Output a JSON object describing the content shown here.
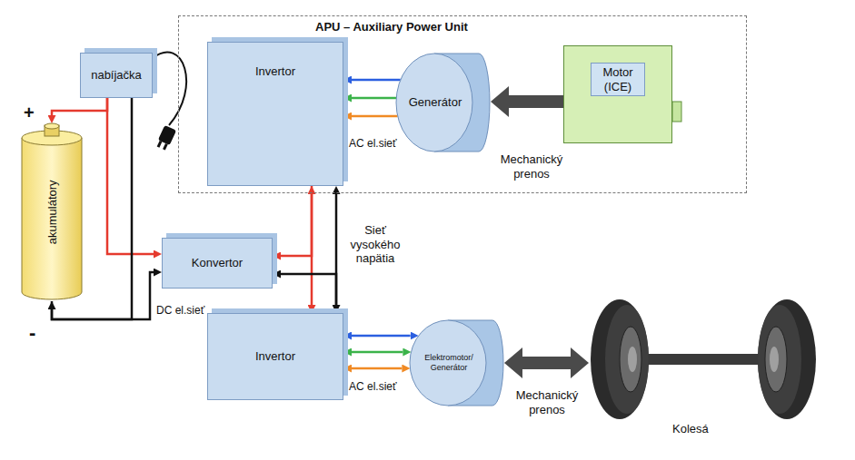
{
  "diagram": {
    "nodes": [
      {
        "text": [
          "nabíjačka"
        ]
      },
      {
        "text": [
          "APU – Auxiliary Power Unit"
        ]
      },
      {
        "text": [
          "Invertor"
        ],
        "in": 1
      },
      {
        "text": [
          "Generátor"
        ],
        "in": 1
      },
      {
        "text": [
          "Motor (ICE)"
        ],
        "in": 1
      },
      {
        "text": [
          "akumulátory"
        ]
      },
      {
        "text": [
          "Konvertor"
        ]
      },
      {
        "text": [
          "Invertor"
        ]
      },
      {
        "text": [
          "Elektromotor/ Generátor"
        ]
      },
      {
        "text": [
          "Kolesá"
        ]
      }
    ],
    "edges": [
      {
        "from": 4,
        "to": 3,
        "arrow": "to",
        "label": "Mechanický prenos"
      },
      {
        "from": 3,
        "to": 2,
        "arrow": "to"
      },
      {
        "from": 3,
        "to": 2,
        "arrow": "to"
      },
      {
        "from": 3,
        "to": 2,
        "arrow": "to",
        "label": "AC el.sieť"
      },
      {
        "from": 2,
        "to": 7,
        "arrow": "both"
      },
      {
        "from": 2,
        "to": 7,
        "arrow": "both",
        "label": "Sieť vysokého napätia"
      },
      {
        "from": 2,
        "to": 6,
        "arrow": "to"
      },
      {
        "from": 7,
        "to": 6,
        "arrow": "to"
      },
      {
        "from": 0,
        "to": 5,
        "arrow": "to"
      },
      {
        "from": 0,
        "to": 6,
        "arrow": "to"
      },
      {
        "from": 0,
        "to": 5,
        "arrow": "to"
      },
      {
        "from": 5,
        "to": 6,
        "arrow": "to",
        "label": "DC el.sieť"
      },
      {
        "from": 7,
        "to": 8,
        "arrow": "both"
      },
      {
        "from": 7,
        "to": 8,
        "arrow": "both"
      },
      {
        "from": 7,
        "to": 8,
        "arrow": "both",
        "label": "AC el.sieť"
      },
      {
        "from": 8,
        "to": 9,
        "arrow": "both",
        "label": "Mechanický prenos"
      }
    ],
    "labels": [
      "+",
      "-"
    ]
  }
}
